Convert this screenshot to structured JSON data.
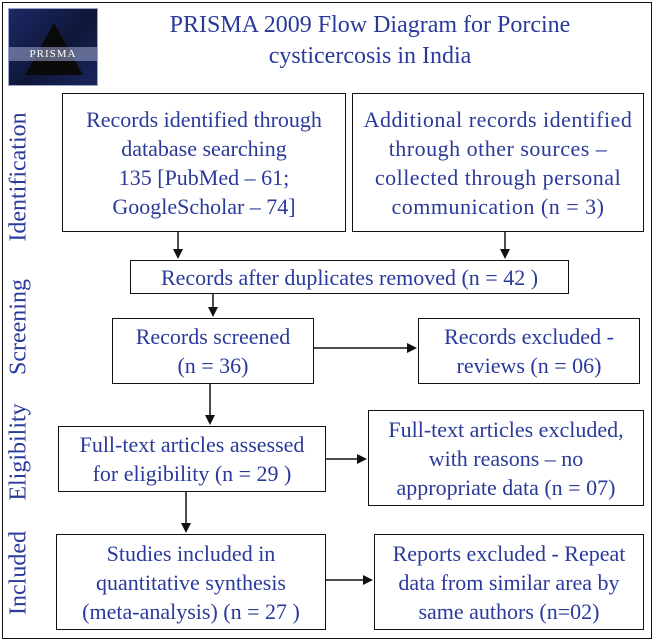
{
  "logo_text": "PRISMA",
  "title": "PRISMA 2009 Flow Diagram for Porcine\ncysticercosis in India",
  "stages": {
    "identification": "Identification",
    "screening": "Screening",
    "eligibility": "Eligibility",
    "included": "Included"
  },
  "boxes": {
    "database_records": "Records identified through\ndatabase searching\n135 [PubMed – 61;\nGoogleScholar – 74]",
    "additional_records": "Additional records identified\nthrough other sources –\ncollected through personal\ncommunication (n = 3)",
    "after_duplicates": "Records after duplicates removed (n = 42 )",
    "screened": "Records screened\n(n = 36)",
    "excluded_reviews": "Records excluded -\nreviews (n = 06)",
    "fulltext_assessed": "Full-text articles assessed\nfor eligibility (n = 29 )",
    "fulltext_excluded": "Full-text articles excluded,\nwith reasons – no\nappropriate data (n = 07)",
    "studies_included": "Studies included in\nquantitative synthesis\n(meta-analysis) (n = 27 )",
    "reports_excluded": "Reports excluded - Repeat\ndata from similar area by\nsame authors (n=02)"
  },
  "colors": {
    "text": "#2a3a9a",
    "border": "#111111"
  }
}
